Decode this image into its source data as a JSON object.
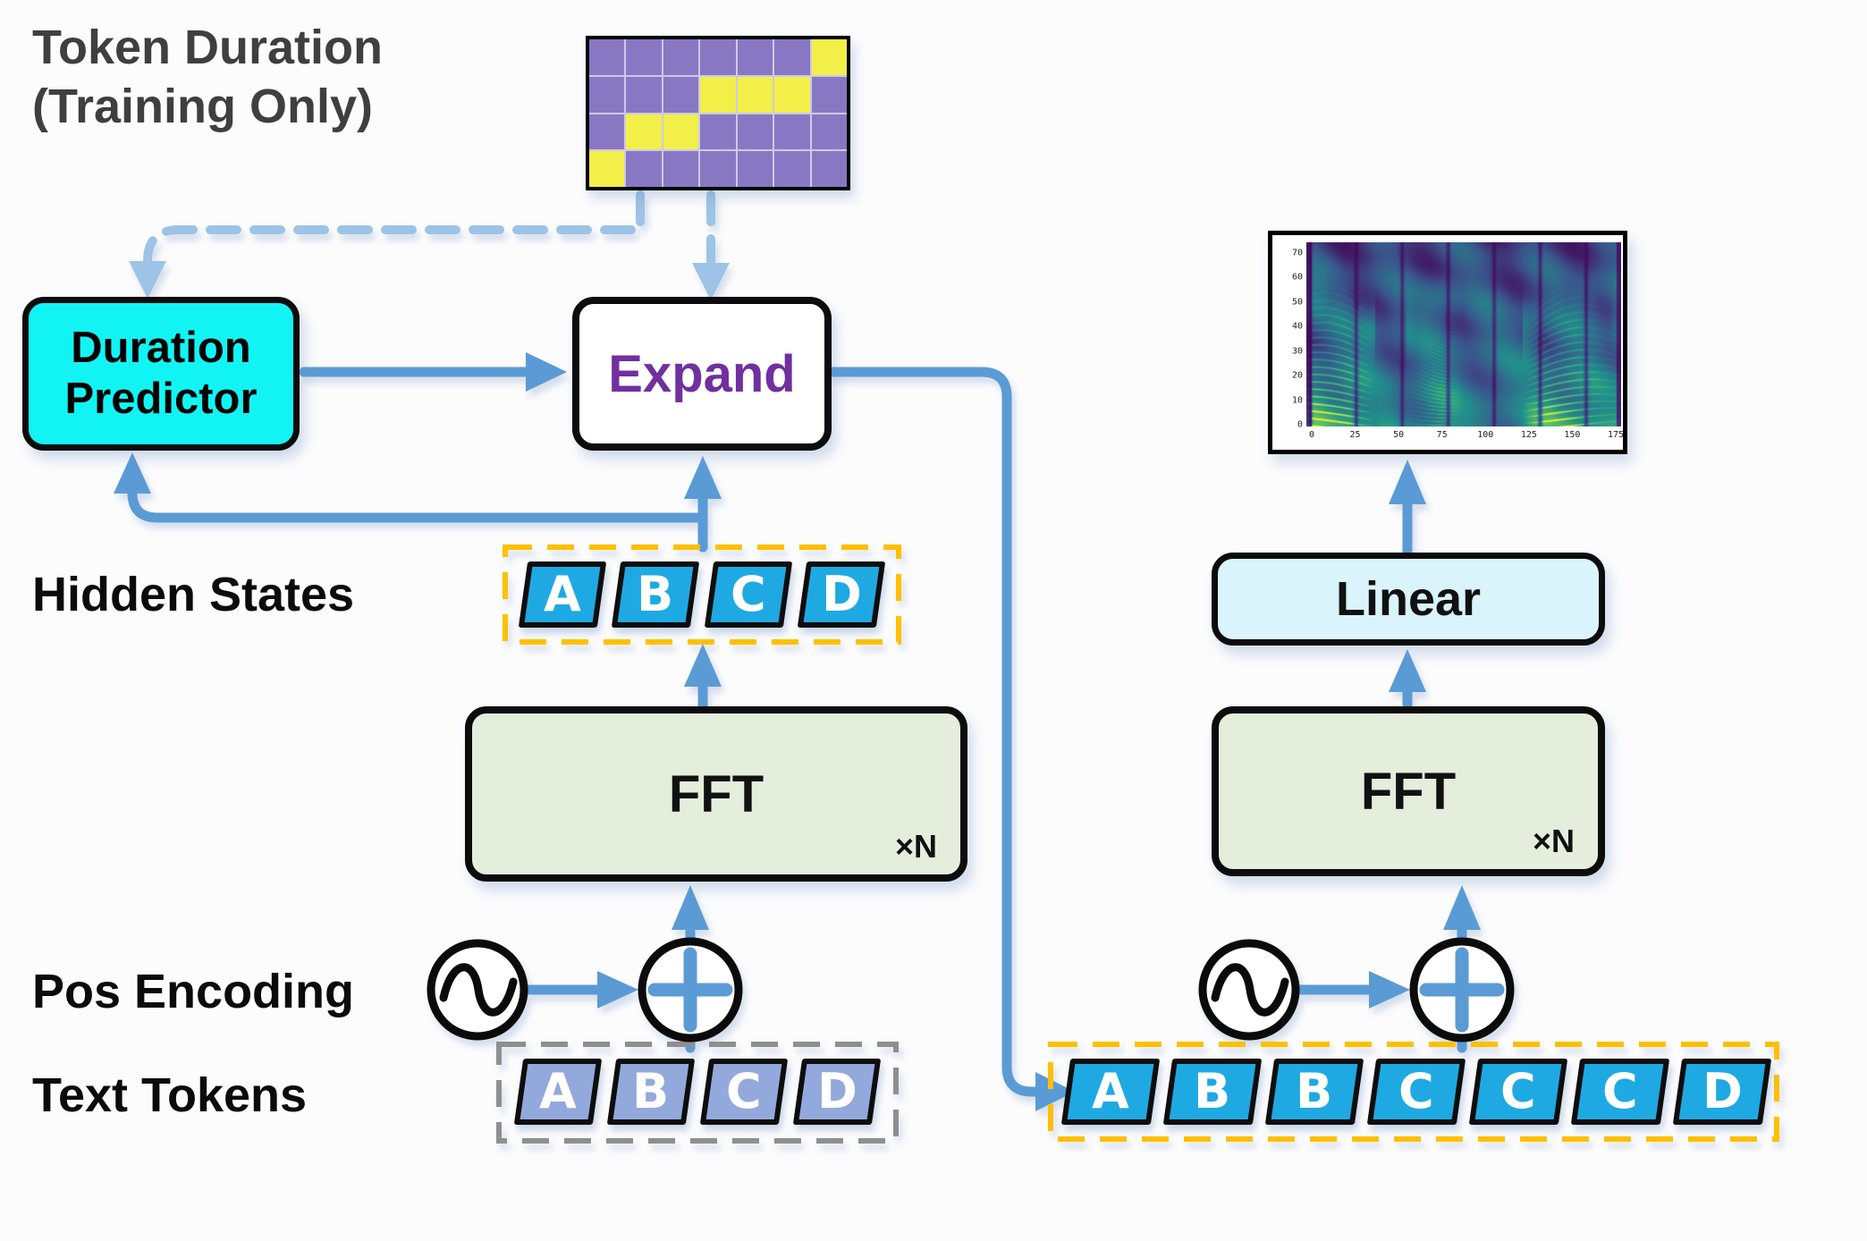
{
  "colors": {
    "arrow": "#5b9bd5",
    "arrow_light": "#9dc3e6",
    "cyan": "#12f4f4",
    "purple_text": "#7030A0",
    "box_green": "#e5eedc",
    "box_ltcyan": "#d9f4fb",
    "token_blue": "#1fa9e2",
    "token_lavender": "#93a9db",
    "dash_orange": "#ffc000",
    "dash_gray": "#8f8f8f",
    "matrix_purple": "#8878c3",
    "matrix_yellow": "#f1ef48",
    "title_gray": "#3f3f3f"
  },
  "title": {
    "line1": "Token Duration",
    "line2": "(Training Only)"
  },
  "duration_matrix": {
    "rows": 4,
    "cols": 7,
    "yellow_cells": [
      [
        0,
        6
      ],
      [
        1,
        3
      ],
      [
        1,
        4
      ],
      [
        1,
        5
      ],
      [
        2,
        1
      ],
      [
        2,
        2
      ],
      [
        3,
        0
      ]
    ]
  },
  "labels": {
    "hidden_states": "Hidden States",
    "pos_encoding": "Pos Encoding",
    "text_tokens": "Text Tokens"
  },
  "boxes": {
    "duration_predictor_line1": "Duration",
    "duration_predictor_line2": "Predictor",
    "expand": "Expand",
    "fft": "FFT",
    "fft_repeat": "×N",
    "linear": "Linear"
  },
  "tokens": {
    "hidden": [
      "A",
      "B",
      "C",
      "D"
    ],
    "text": [
      "A",
      "B",
      "C",
      "D"
    ],
    "expanded": [
      "A",
      "B",
      "B",
      "C",
      "C",
      "C",
      "D"
    ]
  },
  "spectrogram": {
    "x_ticks": [
      "0",
      "25",
      "50",
      "75",
      "100",
      "125",
      "150",
      "175"
    ],
    "y_ticks": [
      "0",
      "10",
      "20",
      "30",
      "40",
      "50",
      "60",
      "70"
    ]
  }
}
